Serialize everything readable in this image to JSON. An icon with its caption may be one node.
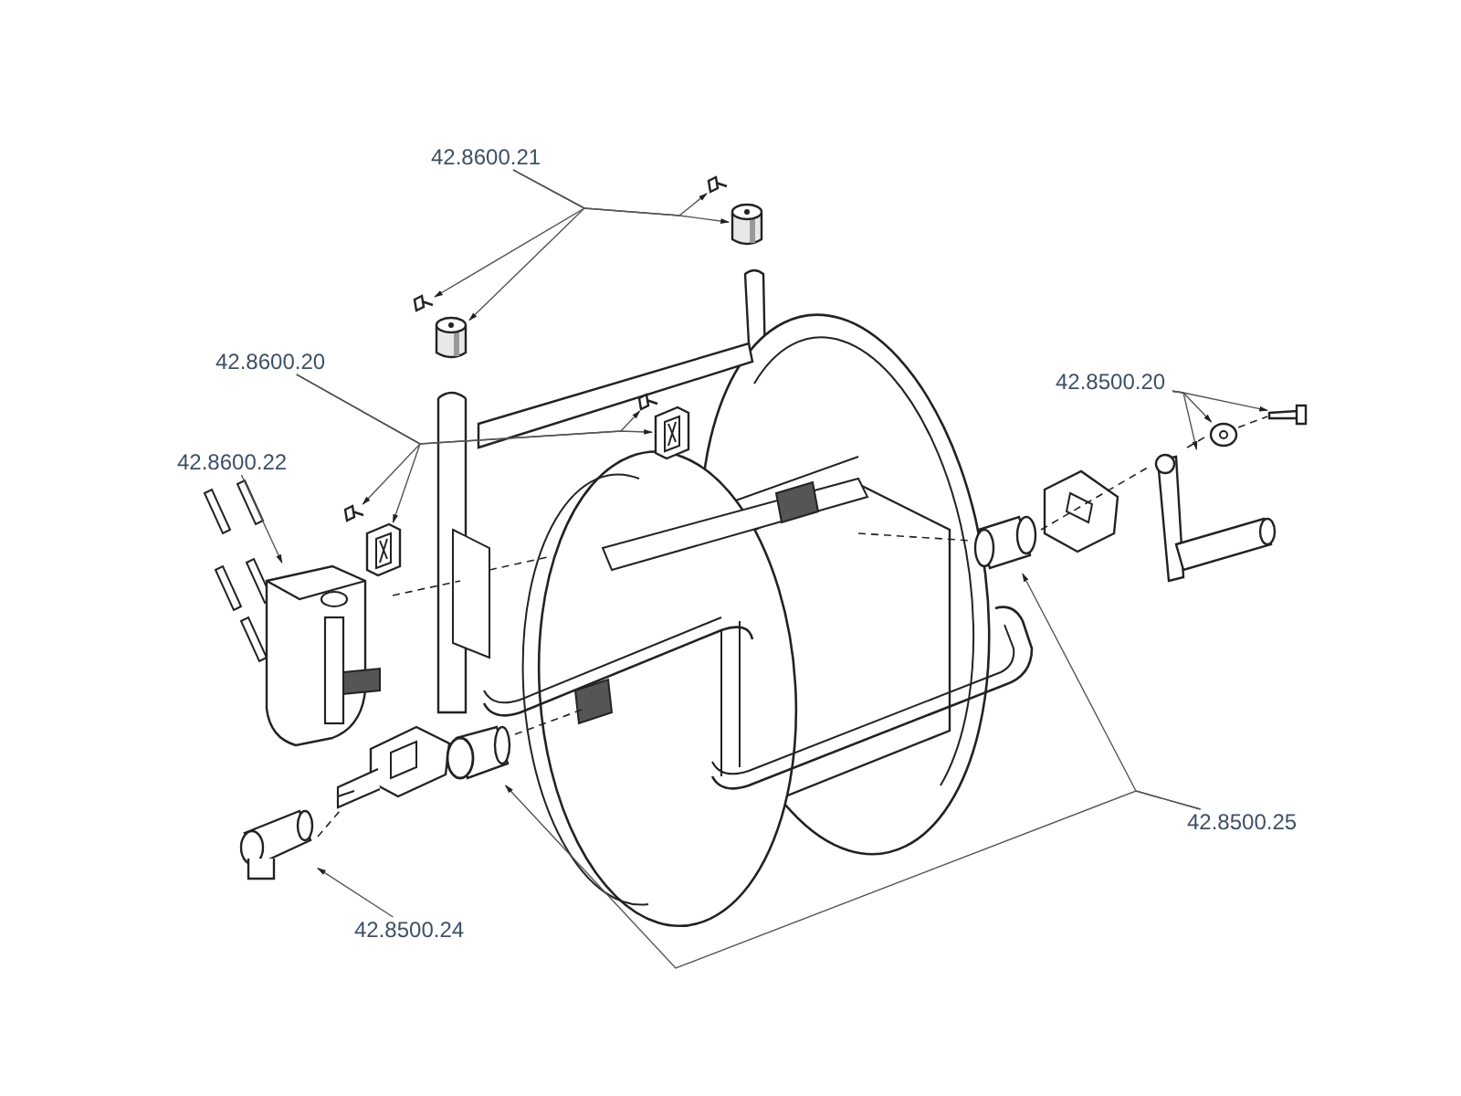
{
  "diagram": {
    "nodes": [
      {
        "text": [
          "42.8600.21"
        ]
      },
      {
        "text": [],
        "shape": "picture"
      },
      {
        "text": [],
        "shape": "cylinder"
      },
      {
        "text": [],
        "shape": "picture"
      },
      {
        "text": [],
        "shape": "cylinder"
      },
      {
        "text": [
          "42.8600.20"
        ]
      },
      {
        "text": [],
        "shape": "picture"
      },
      {
        "text": [],
        "shape": "picture"
      },
      {
        "text": [],
        "shape": "picture"
      },
      {
        "text": [],
        "shape": "picture"
      },
      {
        "text": [
          "42.8600.22"
        ]
      },
      {
        "text": [],
        "shape": "picture"
      },
      {
        "text": [
          "42.8500.20"
        ]
      },
      {
        "text": [],
        "shape": "picture"
      },
      {
        "text": [],
        "shape": "picture"
      },
      {
        "text": [],
        "shape": "picture"
      },
      {
        "text": [
          "42.8500.25"
        ]
      },
      {
        "text": [],
        "shape": "picture"
      },
      {
        "text": [],
        "shape": "picture"
      },
      {
        "text": [
          "42.8500.24"
        ]
      },
      {
        "text": [],
        "shape": "picture"
      }
    ],
    "edges": [
      {
        "from": 0,
        "to": 1,
        "arrow": "to"
      },
      {
        "from": 0,
        "to": 2,
        "arrow": "to"
      },
      {
        "from": 0,
        "to": 3,
        "arrow": "to"
      },
      {
        "from": 0,
        "to": 4,
        "arrow": "to"
      },
      {
        "from": 5,
        "to": 6,
        "arrow": "to"
      },
      {
        "from": 5,
        "to": 7,
        "arrow": "to"
      },
      {
        "from": 5,
        "to": 8,
        "arrow": "to"
      },
      {
        "from": 5,
        "to": 9,
        "arrow": "to"
      },
      {
        "from": 10,
        "to": 11,
        "arrow": "to"
      },
      {
        "from": 12,
        "to": 15,
        "arrow": "to"
      },
      {
        "from": 12,
        "to": 14,
        "arrow": "to"
      },
      {
        "from": 12,
        "to": 13,
        "arrow": "to"
      },
      {
        "from": 16,
        "to": 17,
        "arrow": "to"
      },
      {
        "from": 16,
        "to": 18,
        "arrow": "to"
      },
      {
        "from": 19,
        "to": 20,
        "arrow": "to"
      }
    ]
  }
}
